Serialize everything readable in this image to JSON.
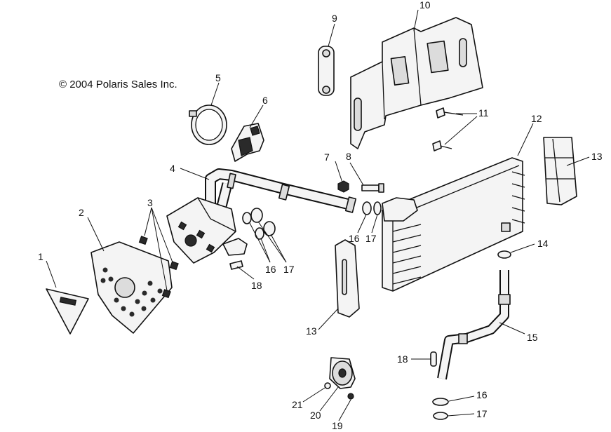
{
  "copyright": "© 2004 Polaris Sales Inc.",
  "callouts": {
    "c1": "1",
    "c2": "2",
    "c3": "3",
    "c4": "4",
    "c5": "5",
    "c6": "6",
    "c7": "7",
    "c8": "8",
    "c9": "9",
    "c10": "10",
    "c11": "11",
    "c12": "12",
    "c13a": "13",
    "c13b": "13",
    "c14": "14",
    "c15": "15",
    "c16a": "16",
    "c16b": "16",
    "c16c": "16",
    "c17a": "17",
    "c17b": "17",
    "c17c": "17",
    "c18a": "18",
    "c18b": "18",
    "c19": "19",
    "c20": "20",
    "c21": "21"
  }
}
